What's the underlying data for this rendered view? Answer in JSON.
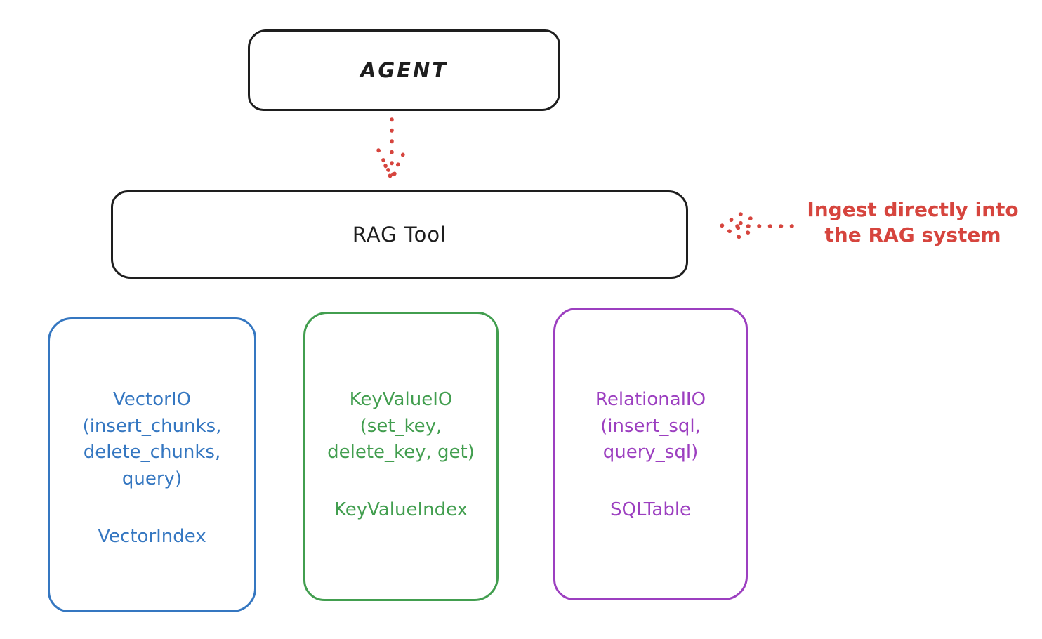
{
  "colors": {
    "ink": "#1e1e1e",
    "red": "#d6453e",
    "blue": "#3577c1",
    "green": "#429e4f",
    "purple": "#9c3fc0"
  },
  "agent": {
    "label": "AGENT"
  },
  "rag_tool": {
    "label": "RAG Tool"
  },
  "annotation": {
    "text": "Ingest directly into\nthe RAG system"
  },
  "backends": [
    {
      "name": "vector-io",
      "api": "VectorIO\n(insert_chunks,\ndelete_chunks,\nquery)",
      "index": "VectorIndex",
      "color": "#3577c1"
    },
    {
      "name": "keyvalue-io",
      "api": "KeyValueIO\n(set_key,\ndelete_key, get)",
      "index": "KeyValueIndex",
      "color": "#429e4f"
    },
    {
      "name": "relational-io",
      "api": "RelationalIO\n(insert_sql,\nquery_sql)",
      "index": "SQLTable",
      "color": "#9c3fc0"
    }
  ]
}
